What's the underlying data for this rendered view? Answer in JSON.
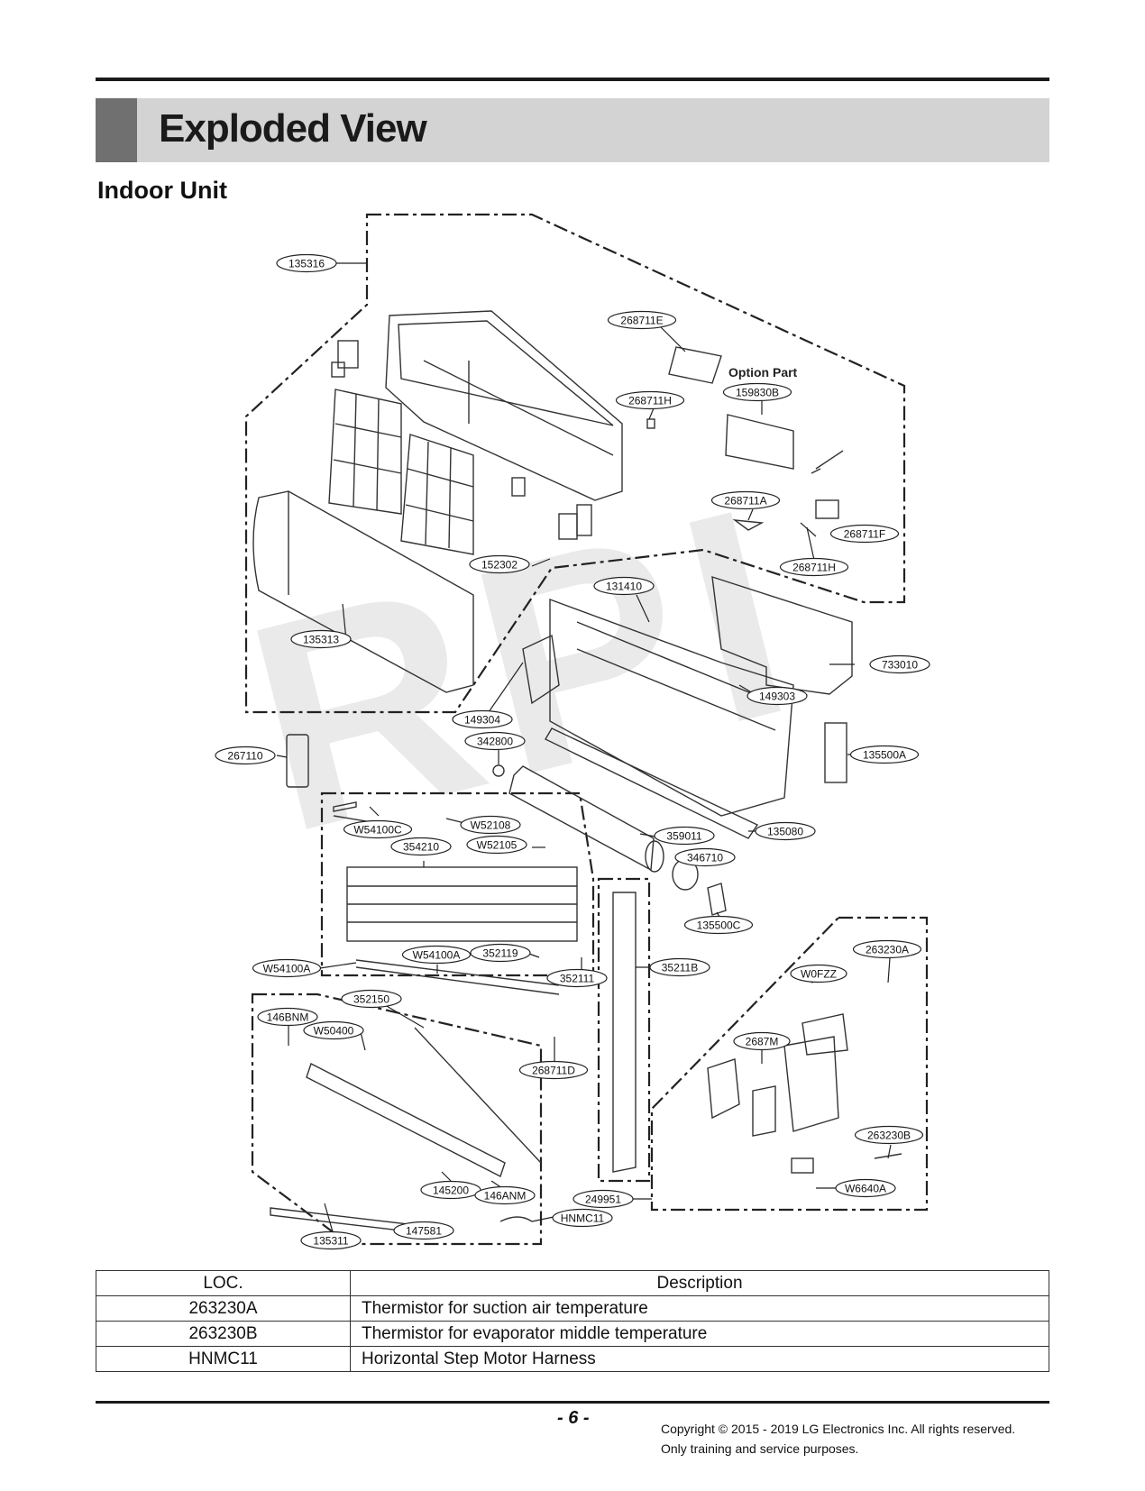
{
  "header": {
    "title": "Exploded View"
  },
  "section": {
    "title": "Indoor Unit"
  },
  "watermark": "RPI",
  "diagram": {
    "option_label": "Option Part",
    "callouts": [
      "135316",
      "268711E",
      "159830B",
      "268711H",
      "268711A",
      "268711F",
      "268711H",
      "152302",
      "131410",
      "135313",
      "733010",
      "149303",
      "149304",
      "342800",
      "267110",
      "135500A",
      "W54100C",
      "W52108",
      "W52105",
      "354210",
      "359011",
      "135080",
      "346710",
      "135500C",
      "263230A",
      "W54100A",
      "W54100A",
      "352119",
      "352111",
      "35211B",
      "W0FZZ",
      "352150",
      "146BNM",
      "W50400",
      "2687M",
      "268711D",
      "263230B",
      "145200",
      "146ANM",
      "249951",
      "W6640A",
      "HNMC11",
      "147581",
      "135311"
    ]
  },
  "parts_table": {
    "headers": [
      "LOC.",
      "Description"
    ],
    "rows": [
      {
        "loc": "263230A",
        "description": "Thermistor for suction air temperature"
      },
      {
        "loc": "263230B",
        "description": "Thermistor for evaporator middle temperature"
      },
      {
        "loc": "HNMC11",
        "description": "Horizontal  Step Motor Harness"
      }
    ]
  },
  "footer": {
    "page": "- 6 -",
    "copyright_line1": "Copyright © 2015 - 2019 LG Electronics Inc. All rights reserved.",
    "copyright_line2": "Only training and service purposes."
  }
}
